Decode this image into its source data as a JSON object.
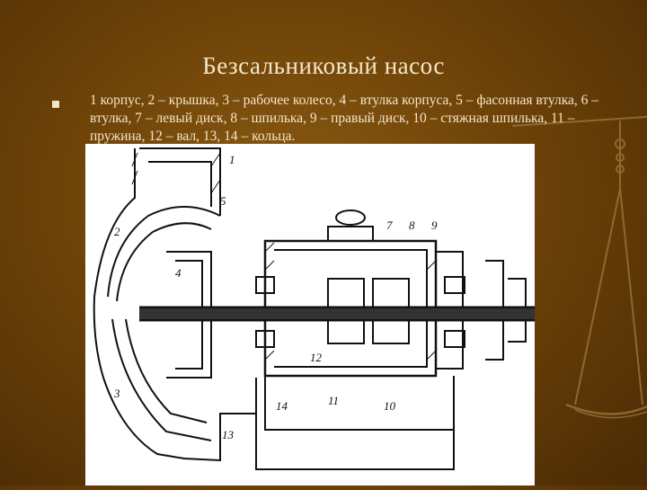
{
  "slide": {
    "title": "Безсальниковый насос",
    "caption": "1 корпус, 2 – крышка, 3 – рабочее колесо, 4 – втулка корпуса, 5 – фасонная втулка, 6 – втулка, 7 – левый диск, 8 – шпилька, 9 – правый диск, 10 – стяжная шпилька, 11 – пружина, 12 – вал, 13, 14 – кольца."
  },
  "figure": {
    "labels": [
      "1",
      "2",
      "3",
      "4",
      "5",
      "7",
      "8",
      "9",
      "10",
      "11",
      "12",
      "13",
      "14"
    ]
  },
  "colors": {
    "background": "#6e4308",
    "text": "#f4e6c8"
  },
  "icons": {
    "bullet": "square-bullet-icon",
    "decoration": "balance-scale-icon"
  }
}
